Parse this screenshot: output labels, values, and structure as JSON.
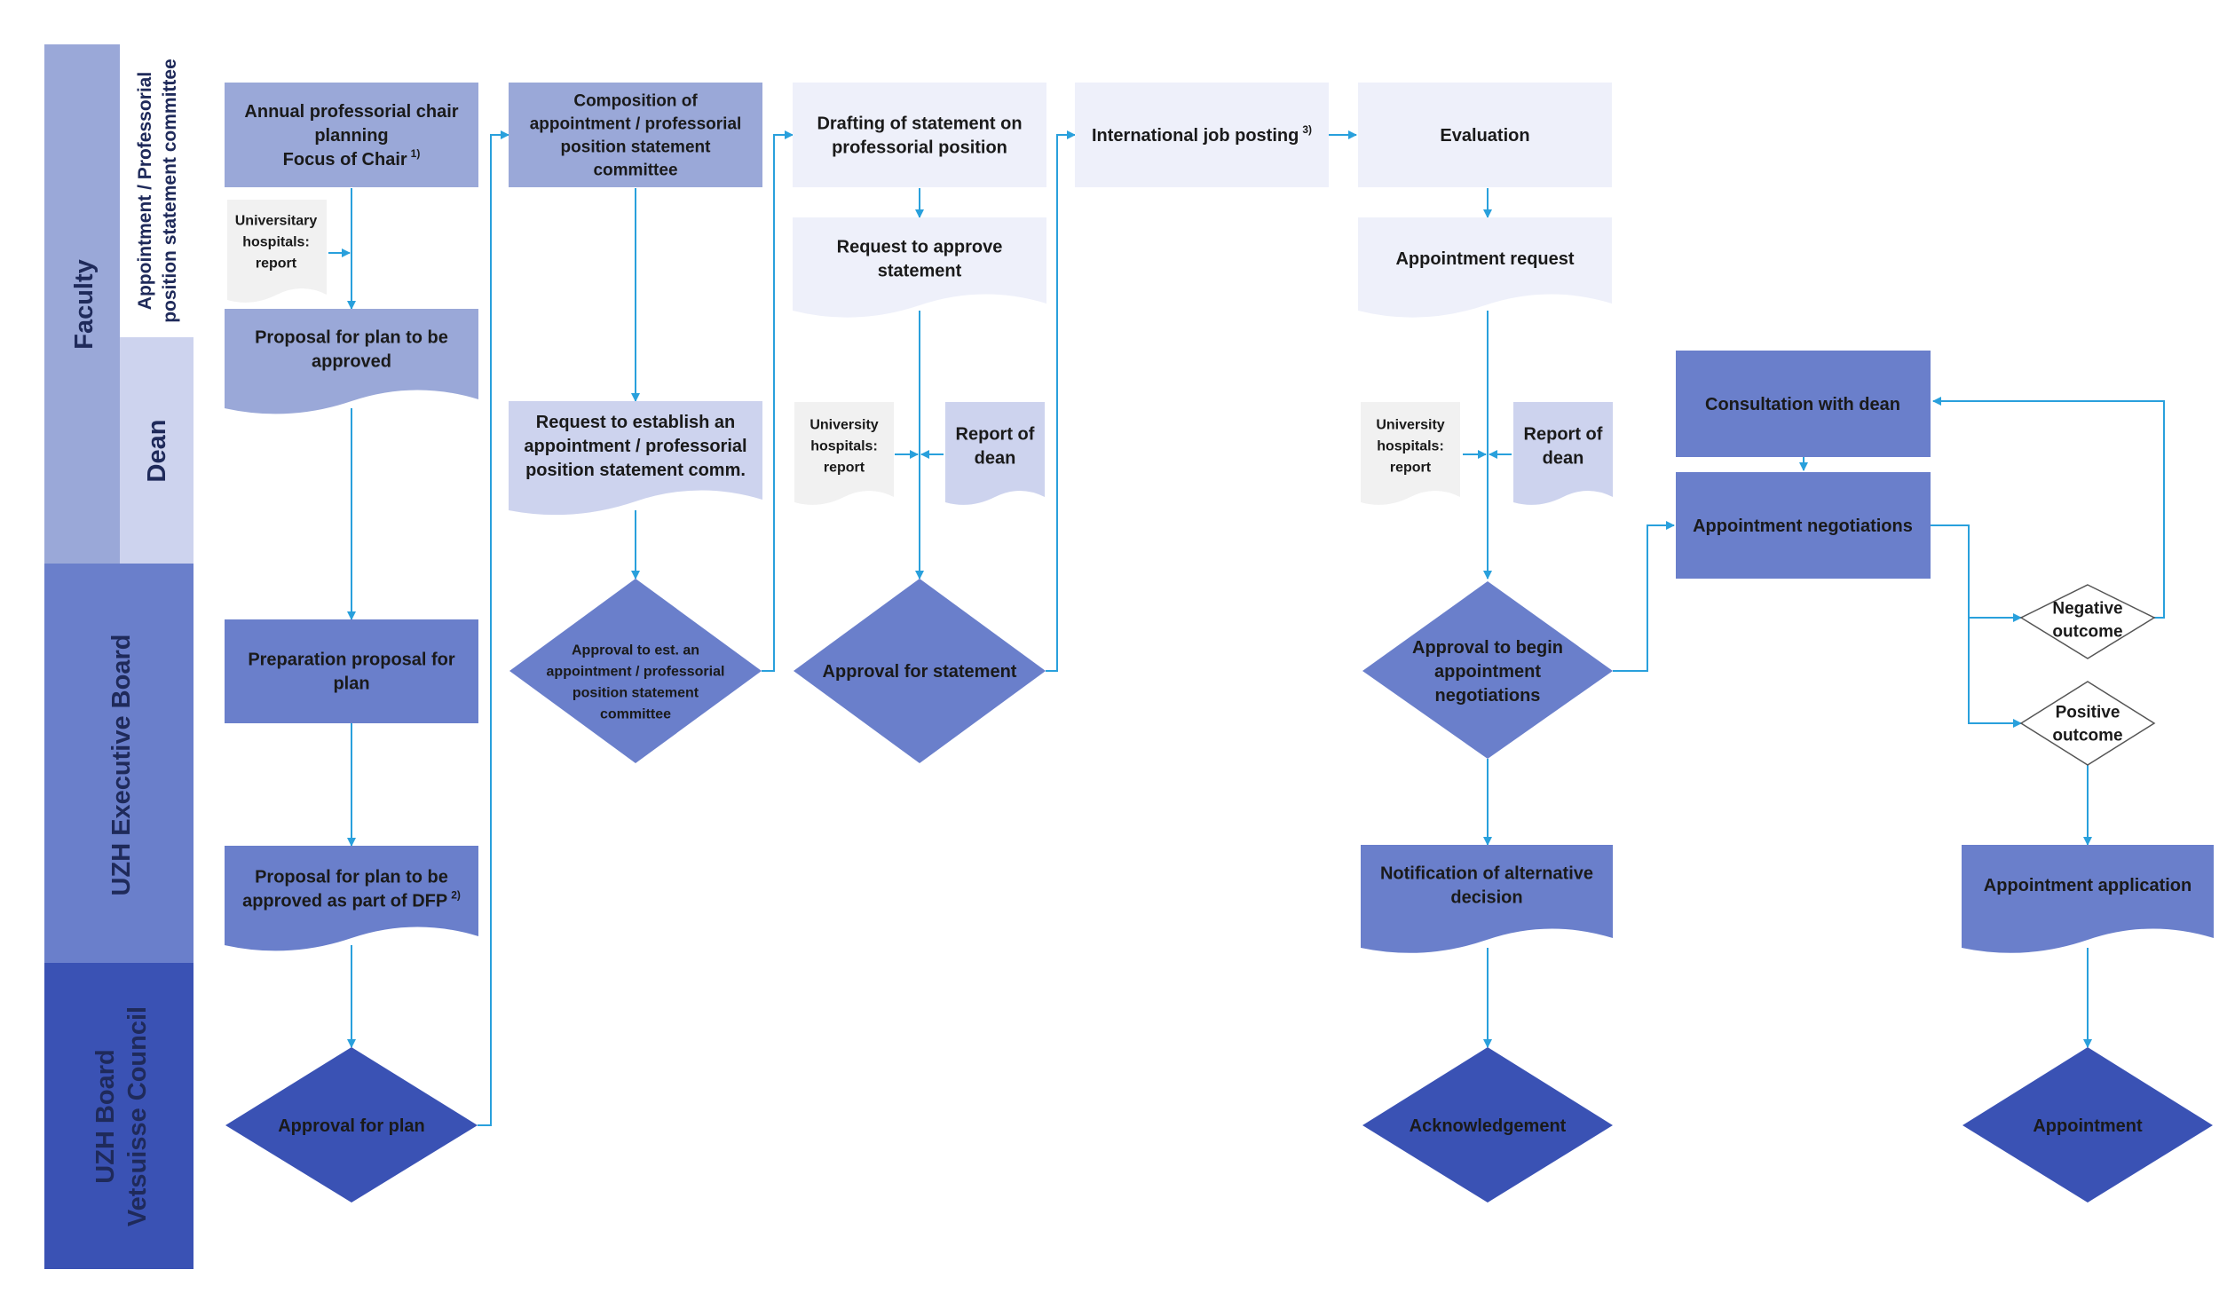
{
  "lanes": {
    "faculty": "Faculty",
    "committee_line1": "Appointment / Professorial",
    "committee_line2": "position statement committee",
    "dean": "Dean",
    "exec_board": "UZH Executive Board",
    "board_line1": "UZH Board",
    "board_line2": "Vetsuisse Council"
  },
  "nodes": {
    "annual_planning": [
      "Annual professorial chair",
      "planning",
      "Focus of Chair"
    ],
    "annual_planning_sup": "1)",
    "univ_hospitals_report_1": [
      "Universitary",
      "hospitals:",
      "report"
    ],
    "proposal_plan": [
      "Proposal for plan to be",
      "approved"
    ],
    "preparation_proposal": [
      "Preparation proposal for",
      "plan"
    ],
    "proposal_dfp": [
      "Proposal for plan to be",
      "approved as part of DFP"
    ],
    "proposal_dfp_sup": "2)",
    "approval_plan": [
      "Approval for plan"
    ],
    "composition_committee": [
      "Composition of",
      "appointment /  professorial",
      "position statement",
      "committee"
    ],
    "request_establish": [
      "Request to establish an",
      "appointment / professorial",
      "position statement comm."
    ],
    "approval_est": [
      "Approval to est. an",
      "appointment / professorial",
      "position statement",
      "committee"
    ],
    "drafting_statement": [
      "Drafting of statement on",
      "professorial position"
    ],
    "request_approve_statement": [
      "Request to approve",
      "statement"
    ],
    "univ_hospitals_report_2": [
      "University",
      "hospitals:",
      "report"
    ],
    "report_dean_1": [
      "Report of",
      "dean"
    ],
    "approval_statement": [
      "Approval for statement"
    ],
    "intl_job_posting": [
      "International job posting"
    ],
    "intl_job_posting_sup": "3)",
    "evaluation": [
      "Evaluation"
    ],
    "appointment_request": [
      "Appointment request"
    ],
    "univ_hospitals_report_3": [
      "University",
      "hospitals:",
      "report"
    ],
    "report_dean_2": [
      "Report of",
      "dean"
    ],
    "approval_negotiations": [
      "Approval to begin",
      "appointment",
      "negotiations"
    ],
    "notification_alt": [
      "Notification of alternative",
      "decision"
    ],
    "acknowledgement": [
      "Acknowledgement"
    ],
    "consultation_dean": [
      "Consultation with dean"
    ],
    "appointment_negotiations": [
      "Appointment negotiations"
    ],
    "negative_outcome": [
      "Negative",
      "outcome"
    ],
    "positive_outcome": [
      "Positive",
      "outcome"
    ],
    "appointment_application": [
      "Appointment application"
    ],
    "appointment": [
      "Appointment"
    ]
  },
  "colors": {
    "lane_faculty": "#9aa8d8",
    "lane_dean": "#cdd3ee",
    "lane_exec": "#6a7fcb",
    "lane_board": "#3a52b4",
    "node_light": "#eef0fa",
    "node_pale": "#cdd3ee",
    "node_mid": "#9aa8d8",
    "node_exec": "#6a7fcb",
    "node_board": "#3a52b4",
    "node_report": "#f1f1f1",
    "connector": "#29a0dc"
  }
}
